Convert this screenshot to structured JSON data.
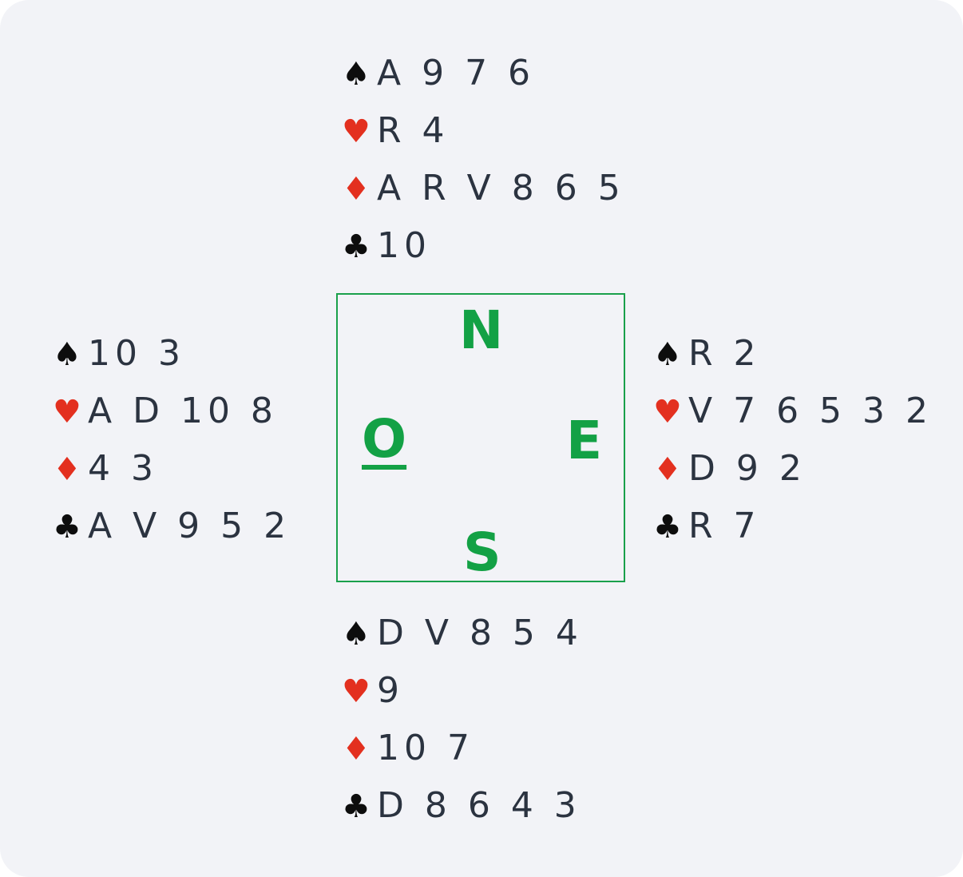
{
  "symbols": {
    "spade": "♠",
    "heart": "♥",
    "diamond": "♦",
    "club": "♣"
  },
  "colors": {
    "black_suit": "#0d0d0d",
    "red_suit": "#e3301f",
    "compass": "#13a145",
    "text": "#2b3340"
  },
  "hands": {
    "north": {
      "spades": "A 9 7 6",
      "hearts": "R 4",
      "diamonds": "A R V 8 6 5",
      "clubs": "10"
    },
    "west": {
      "spades": "10 3",
      "hearts": "A D 10 8",
      "diamonds": "4 3",
      "clubs": "A V 9 5 2"
    },
    "east": {
      "spades": "R 2",
      "hearts": "V 7 6 5 3 2",
      "diamonds": "D 9 2",
      "clubs": "R 7"
    },
    "south": {
      "spades": "D V 8 5 4",
      "hearts": "9",
      "diamonds": "10 7",
      "clubs": "D 8 6 4 3"
    }
  },
  "compass": {
    "north": "N",
    "west": "O",
    "east": "E",
    "south": "S",
    "dealer": "west"
  }
}
